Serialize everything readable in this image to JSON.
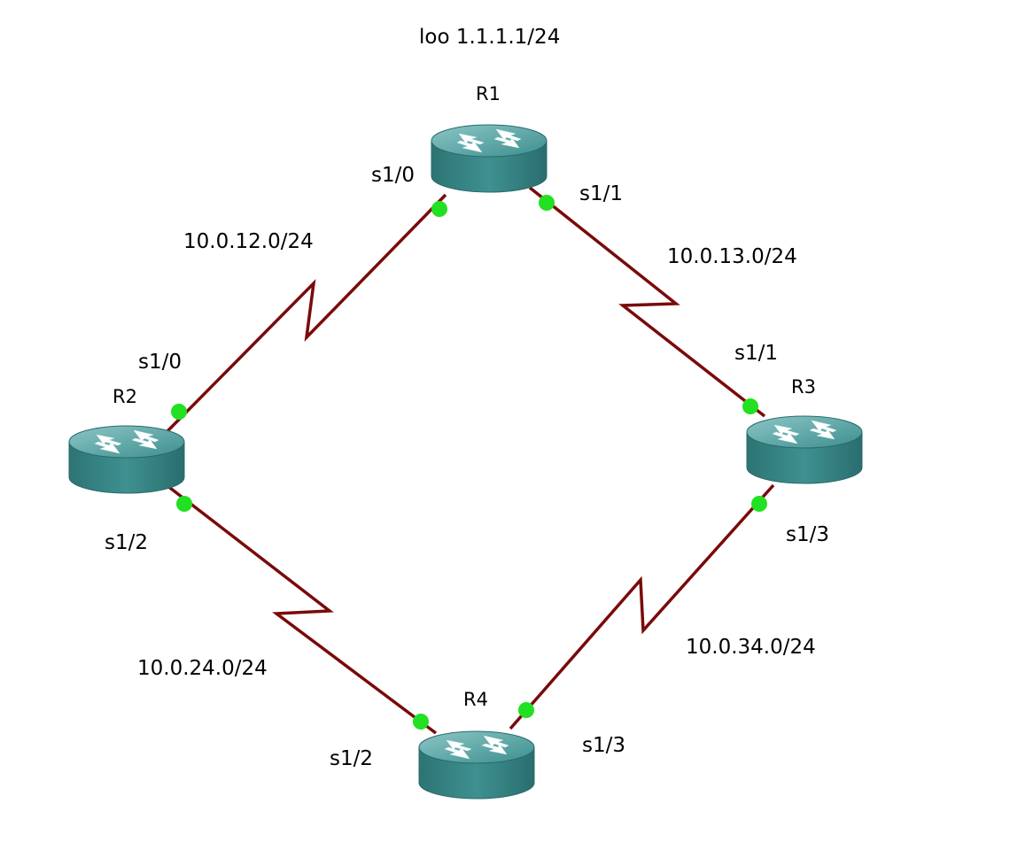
{
  "topology": {
    "loopback_label": "loo 1.1.1.1/24",
    "routers": {
      "r1": {
        "name": "R1"
      },
      "r2": {
        "name": "R2"
      },
      "r3": {
        "name": "R3"
      },
      "r4": {
        "name": "R4"
      }
    },
    "interfaces": {
      "r1_s10": "s1/0",
      "r1_s11": "s1/1",
      "r2_s10": "s1/0",
      "r2_s12": "s1/2",
      "r3_s11": "s1/1",
      "r3_s13": "s1/3",
      "r4_s12": "s1/2",
      "r4_s13": "s1/3"
    },
    "networks": {
      "r1_r2": "10.0.12.0/24",
      "r1_r3": "10.0.13.0/24",
      "r2_r4": "10.0.24.0/24",
      "r3_r4": "10.0.34.0/24"
    },
    "colors": {
      "link": "#7a0a0a",
      "port_up": "#22e022",
      "router_body": "#3a8a8a",
      "router_top": "#5aa6a6"
    }
  }
}
